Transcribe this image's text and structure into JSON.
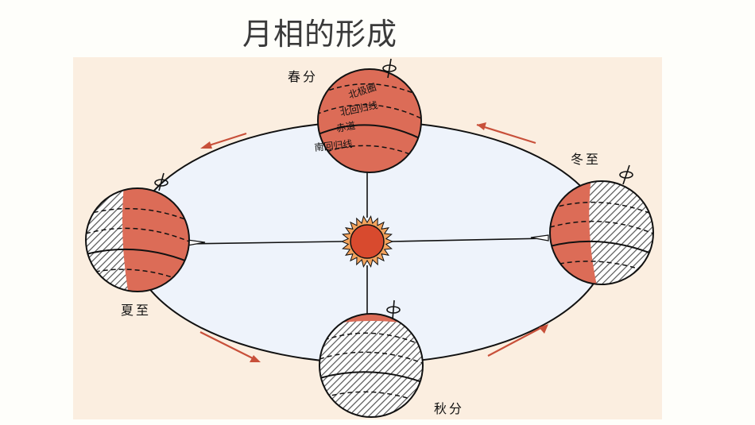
{
  "title": "月相的形成",
  "labels": {
    "spring_equinox": "春分",
    "summer_solstice": "夏至",
    "autumn_equinox": "秋分",
    "winter_solstice": "冬至"
  },
  "globe_lines": {
    "arctic_circle": "北极圈",
    "tropic_cancer": "北回归线",
    "equator": "赤道",
    "tropic_capricorn": "南回归线"
  },
  "colors": {
    "orbit_fill": "#eef3fb",
    "lit": "#dc6c57",
    "dark": "#8a8a8a",
    "sun": "#d84a2e",
    "arrow": "#c8503a"
  }
}
